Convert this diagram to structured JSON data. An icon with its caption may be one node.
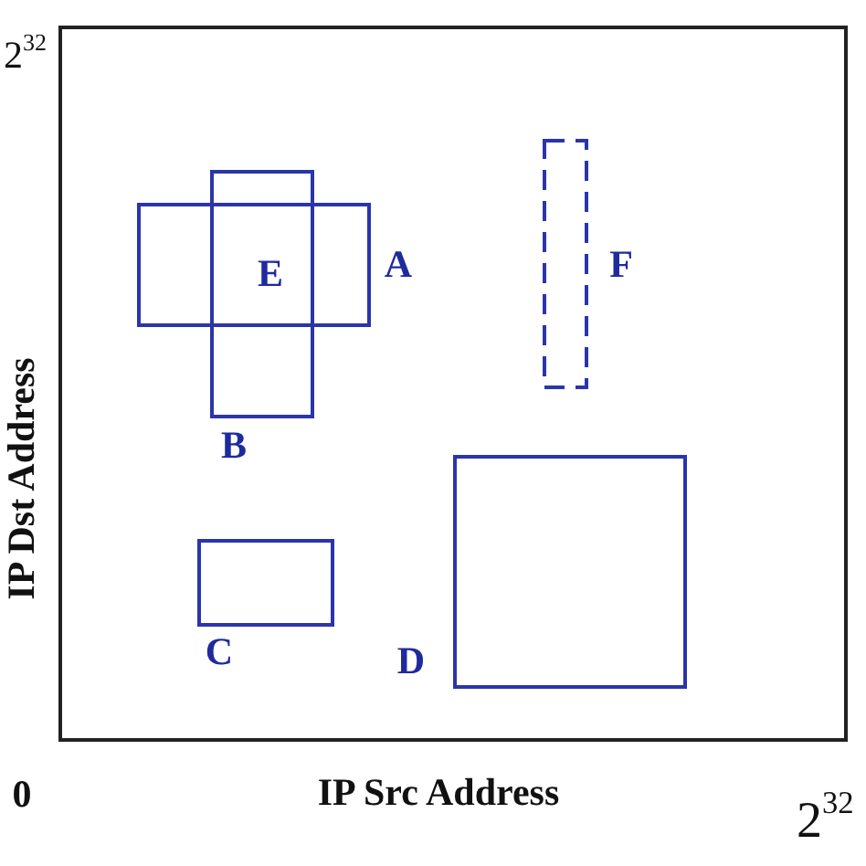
{
  "diagram": {
    "nodes": [
      {
        "text": [
          "A"
        ]
      },
      {
        "text": [
          "B"
        ]
      },
      {
        "text": [
          "C"
        ]
      },
      {
        "text": [
          "D"
        ]
      },
      {
        "text": [
          "E"
        ]
      },
      {
        "text": [
          "F"
        ]
      }
    ],
    "labels": [
      "2$^{32}$",
      "IP Dst Address",
      "0",
      "IP Src Address",
      "2$^{32}$"
    ]
  }
}
